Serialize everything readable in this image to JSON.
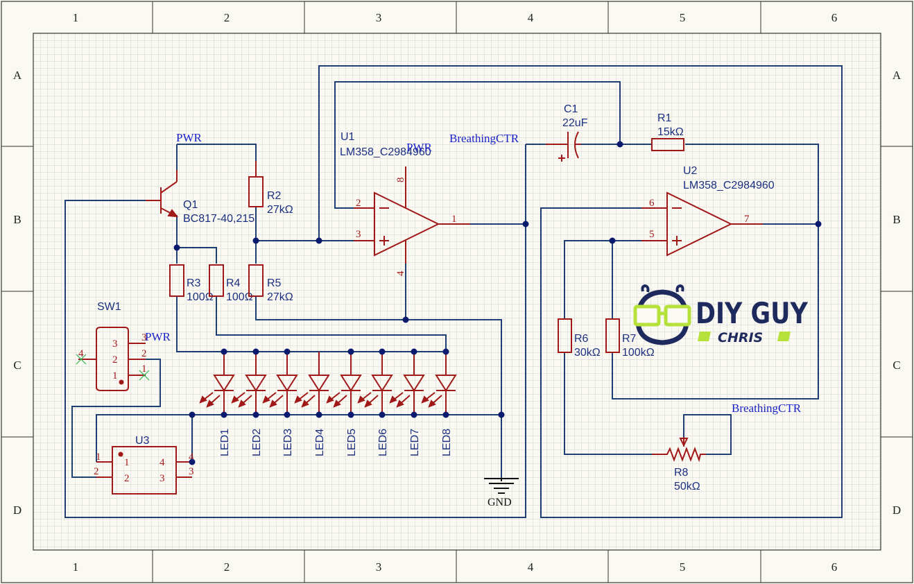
{
  "colors": {
    "wire": "#1e3f73",
    "component": "#a01818",
    "label": "#1b2f80",
    "netlabel": "#1a23c8",
    "junction": "#0a1a6e",
    "grid": "#cfcfcf",
    "logo_dark": "#1e2a5e",
    "logo_green": "#b6e13a"
  },
  "frame": {
    "columns": [
      "1",
      "2",
      "3",
      "4",
      "5",
      "6"
    ],
    "rows": [
      "A",
      "B",
      "C",
      "D"
    ]
  },
  "components": {
    "Q1": {
      "designator": "Q1",
      "value": "BC817-40,215"
    },
    "R1": {
      "designator": "R1",
      "value": "15kΩ"
    },
    "R2": {
      "designator": "R2",
      "value": "27kΩ"
    },
    "R3": {
      "designator": "R3",
      "value": "100Ω"
    },
    "R4": {
      "designator": "R4",
      "value": "100Ω"
    },
    "R5": {
      "designator": "R5",
      "value": "27kΩ"
    },
    "R6": {
      "designator": "R6",
      "value": "30kΩ"
    },
    "R7": {
      "designator": "R7",
      "value": "100kΩ"
    },
    "R8": {
      "designator": "R8",
      "value": "50kΩ"
    },
    "C1": {
      "designator": "C1",
      "value": "22uF"
    },
    "U1": {
      "designator": "U1",
      "value": "LM358_C2984960"
    },
    "U2": {
      "designator": "U2",
      "value": "LM358_C2984960"
    },
    "U3": {
      "designator": "U3"
    },
    "SW1": {
      "designator": "SW1"
    },
    "LED": [
      "LED1",
      "LED2",
      "LED3",
      "LED4",
      "LED5",
      "LED6",
      "LED7",
      "LED8"
    ]
  },
  "nets": {
    "pwr": "PWR",
    "breathing": "BreathingCTR",
    "gnd": "GND"
  },
  "pins": {
    "u1": [
      "2",
      "3",
      "1",
      "8",
      "4"
    ],
    "u2": [
      "6",
      "5",
      "7"
    ],
    "sw1": [
      "3",
      "2",
      "1",
      "4",
      "2",
      "1"
    ],
    "sw1_body": [
      "3",
      "2",
      "1"
    ],
    "u3_body": [
      "1",
      "2",
      "4",
      "3"
    ],
    "u3_out": [
      "1",
      "2",
      "4",
      "3"
    ]
  },
  "logo": {
    "line1": "DIY GUY",
    "line2": "CHRIS"
  }
}
